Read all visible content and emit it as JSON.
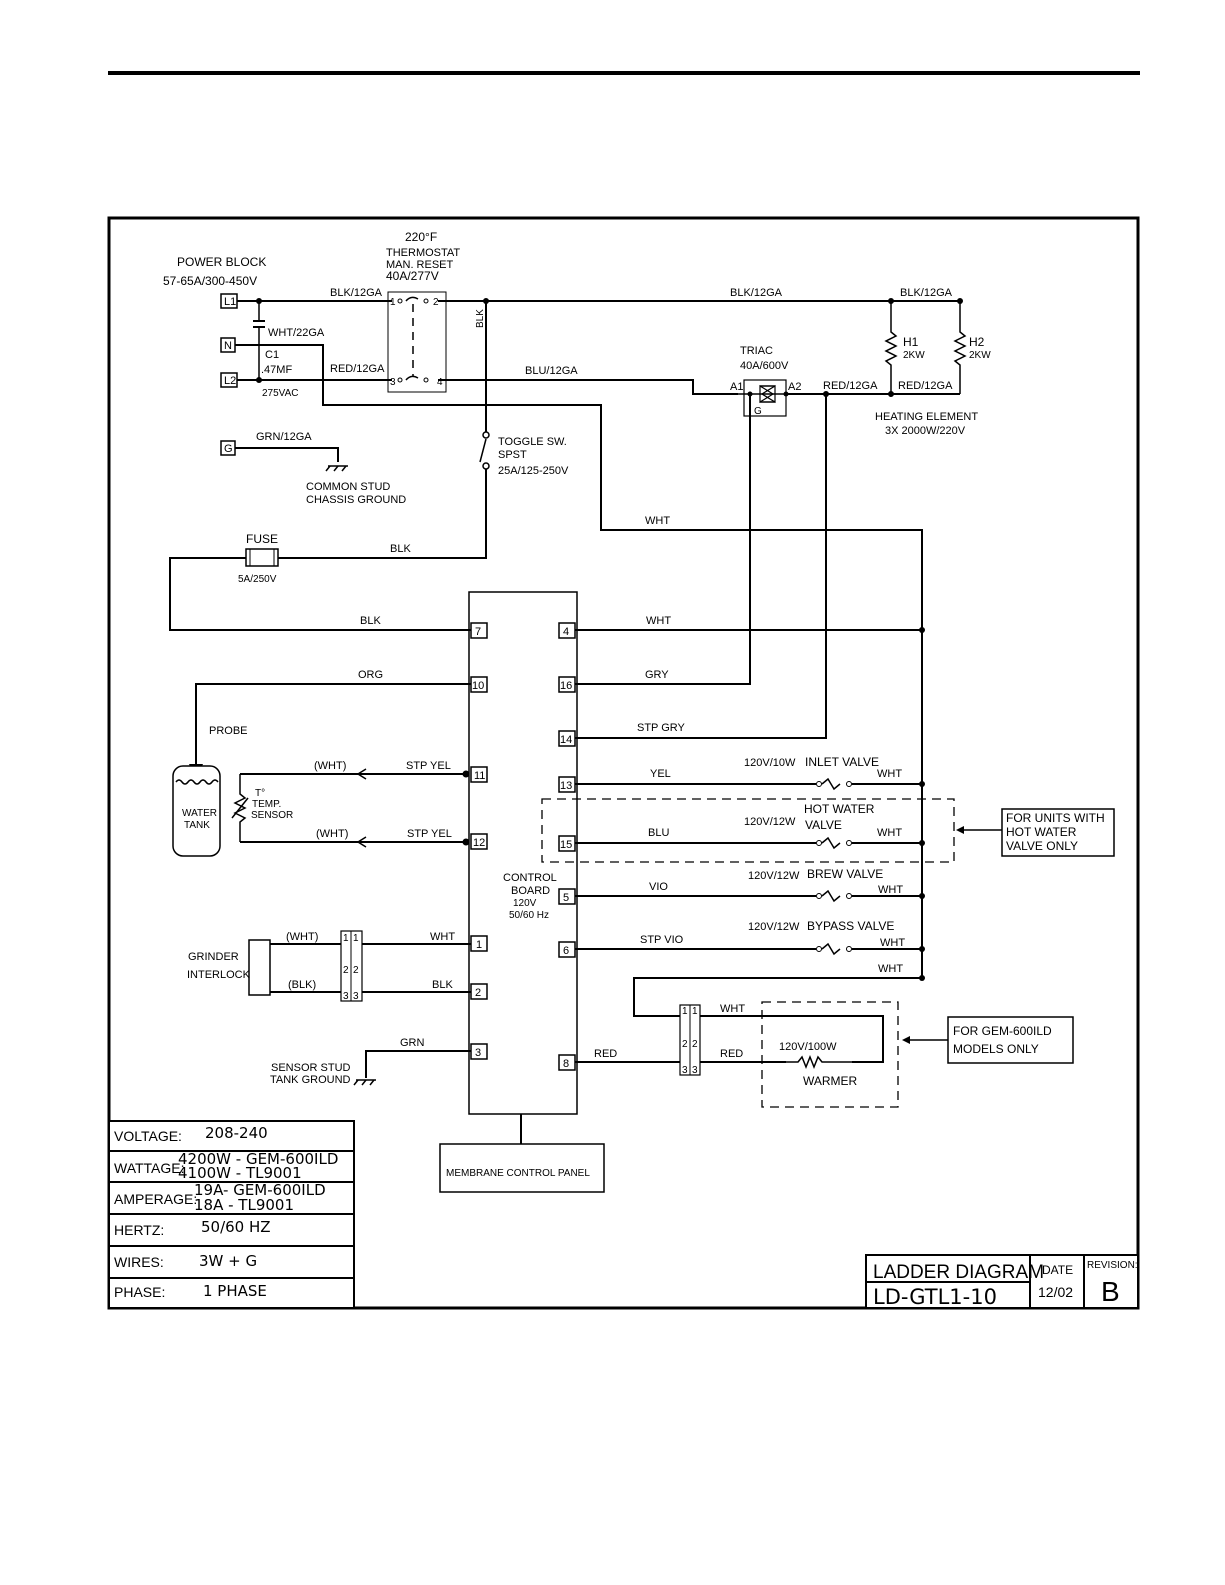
{
  "power_block": {
    "title": "POWER BLOCK",
    "rating": "57-65A/300-450V"
  },
  "terminals": {
    "l1": "L1",
    "n": "N",
    "l2": "L2",
    "g": "G"
  },
  "capacitor": {
    "name": "C1",
    "value": ".47MF",
    "voltage": "275VAC"
  },
  "ground": {
    "line1": "COMMON STUD",
    "line2": "CHASSIS GROUND"
  },
  "thermostat": {
    "line1": "220°F",
    "line2": "THERMOSTAT",
    "line3": "MAN. RESET",
    "line4": "40A/277V",
    "pin1": "1",
    "pin2": "2",
    "pin3": "3",
    "pin4": "4"
  },
  "toggle": {
    "line1": "TOGGLE SW.",
    "line2": "SPST",
    "line3": "25A/125-250V"
  },
  "fuse": {
    "name": "FUSE",
    "rating": "5A/250V"
  },
  "triac": {
    "name": "TRIAC",
    "rating": "40A/600V",
    "a1": "A1",
    "a2": "A2",
    "g": "G"
  },
  "heaters": {
    "h1": "H1",
    "h1_kw": "2KW",
    "h2": "H2",
    "h2_kw": "2KW",
    "label1": "HEATING ELEMENT",
    "label2": "3X 2000W/220V"
  },
  "wires": {
    "blk_12ga_a": "BLK/12GA",
    "blk_12ga_b": "BLK/12GA",
    "blk_12ga_c": "BLK/12GA",
    "wht_22ga": "WHT/22GA",
    "red_12ga_a": "RED/12GA",
    "red_12ga_b": "RED/12GA",
    "red_12ga_c": "RED/12GA",
    "blu_12ga": "BLU/12GA",
    "grn_12ga": "GRN/12GA",
    "blk_vert": "BLK",
    "blk_fuse": "BLK",
    "blk_7": "BLK",
    "wht_top": "WHT",
    "wht_4": "WHT",
    "org": "ORG",
    "gry": "GRY",
    "stp_gry": "STP GRY",
    "yel": "YEL",
    "blu": "BLU",
    "vio": "VIO",
    "stp_vio": "STP VIO",
    "wht_1": "WHT",
    "blk_2": "BLK",
    "grn": "GRN",
    "red_8": "RED",
    "wht_v1": "WHT",
    "wht_v2": "WHT",
    "wht_v3": "WHT",
    "wht_v4": "WHT",
    "wht_v5": "WHT",
    "wht_warmer": "WHT",
    "red_warmer": "RED",
    "stp_yel_a": "STP YEL",
    "stp_yel_b": "STP YEL",
    "wht_paren_a": "(WHT)",
    "wht_paren_b": "(WHT)",
    "wht_paren_g": "(WHT)",
    "blk_paren_g": "(BLK)"
  },
  "probe": "PROBE",
  "tank": {
    "line1": "WATER",
    "line2": "TANK"
  },
  "temp_sensor": {
    "line1": "T°",
    "line2": "TEMP.",
    "line3": "SENSOR"
  },
  "grinder": {
    "line1": "GRINDER",
    "line2": "INTERLOCK"
  },
  "sensor_stud": {
    "line1": "SENSOR STUD",
    "line2": "TANK GROUND"
  },
  "control_board": {
    "line1": "CONTROL",
    "line2": "BOARD",
    "line3": "120V",
    "line4": "50/60 Hz"
  },
  "pins_left": [
    "7",
    "10",
    "11",
    "12",
    "1",
    "2",
    "3"
  ],
  "pins_right": [
    "4",
    "16",
    "14",
    "13",
    "15",
    "5",
    "6",
    "8"
  ],
  "connector_pins": [
    "1",
    "1",
    "2",
    "2",
    "3",
    "3"
  ],
  "valves": {
    "inlet": {
      "rating": "120V/10W",
      "name": "INLET VALVE"
    },
    "hot_water": {
      "rating": "120V/12W",
      "name1": "HOT WATER",
      "name2": "VALVE"
    },
    "brew": {
      "rating": "120V/12W",
      "name": "BREW VALVE"
    },
    "bypass": {
      "rating": "120V/12W",
      "name": "BYPASS VALVE"
    }
  },
  "warmer": {
    "rating": "120V/100W",
    "name": "WARMER"
  },
  "notes": {
    "hot_water": [
      "FOR UNITS WITH",
      "HOT WATER",
      "VALVE ONLY"
    ],
    "gem": [
      "FOR GEM-600ILD",
      "MODELS ONLY"
    ]
  },
  "membrane": "MEMBRANE CONTROL PANEL",
  "specs": {
    "voltage_label": "VOLTAGE:",
    "voltage_value": "208-240",
    "wattage_label": "WATTAGE:",
    "wattage_value1": "4200W - GEM-600ILD",
    "wattage_value2": "4100W - TL9001",
    "amperage_label": "AMPERAGE:",
    "amperage_value1": "19A- GEM-600ILD",
    "amperage_value2": "18A - TL9001",
    "hertz_label": "HERTZ:",
    "hertz_value": "50/60 HZ",
    "wires_label": "WIRES:",
    "wires_value": "3W + G",
    "phase_label": "PHASE:",
    "phase_value": "1 PHASE"
  },
  "title_block": {
    "title": "LADDER DIAGRAM",
    "number": "LD-GTL1-10",
    "date_label": "DATE",
    "date": "12/02",
    "revision_label": "REVISION:",
    "revision": "B"
  }
}
